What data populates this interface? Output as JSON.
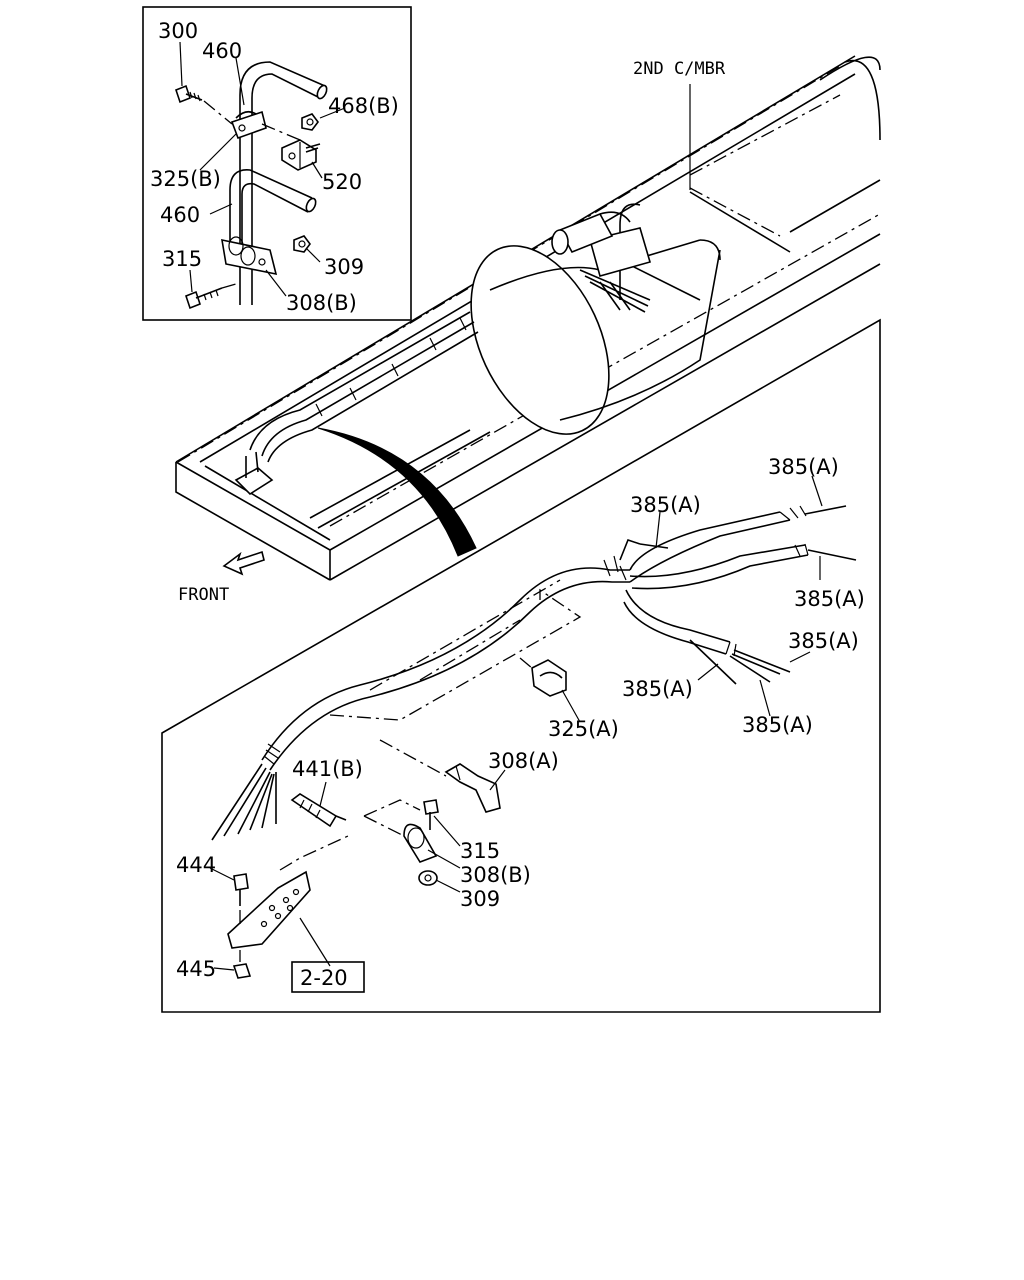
{
  "labels": {
    "inset_300": "300",
    "inset_460_top": "460",
    "inset_468b": "468(B)",
    "inset_325b": "325(B)",
    "inset_520": "520",
    "inset_460_mid": "460",
    "inset_315": "315",
    "inset_309": "309",
    "inset_308b": "308(B)",
    "member": "2ND C/MBR",
    "front": "FRONT",
    "l385_1": "385(A)",
    "l385_2": "385(A)",
    "l385_3": "385(A)",
    "l385_4": "385(A)",
    "l385_5": "385(A)",
    "l385_6": "385(A)",
    "l325a": "325(A)",
    "l308a": "308(A)",
    "l441b": "441(B)",
    "l315": "315",
    "l308b": "308(B)",
    "l309": "309",
    "l444": "444",
    "l445": "445",
    "ref_box": "2-20"
  },
  "colors": {
    "line": "#000000",
    "background": "#ffffff"
  }
}
